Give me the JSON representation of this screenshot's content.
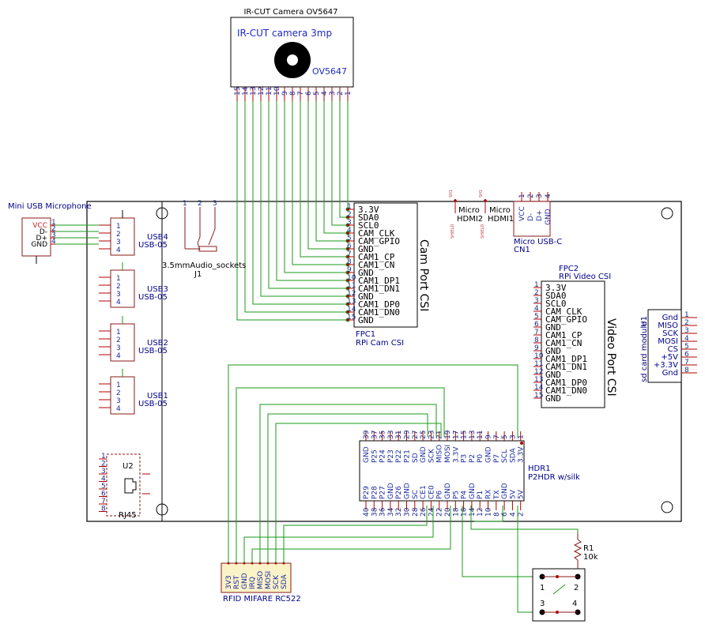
{
  "colors": {
    "wire": "#1a9a1a",
    "pin": "#b00000",
    "body": "#ffffff",
    "label": "#00008b",
    "part_fill": "#fbf3c8",
    "outline": "#000000"
  },
  "camera": {
    "title": "IR-CUT Camera OV5647",
    "inner_label": "IR-CUT camera 3mp",
    "model": "OV5647",
    "pin_numbers": [
      "15",
      "14",
      "13",
      "12",
      "11",
      "10",
      "9",
      "8",
      "7",
      "6",
      "5",
      "4",
      "3",
      "2",
      "1"
    ]
  },
  "fpc1": {
    "title": "Cam Port CSI",
    "ref": "FPC1",
    "name": "RPi Cam CSI",
    "pins": [
      "3.3V",
      "SDA0",
      "SCL0",
      "CAM_CLK",
      "CAM_GPIO",
      "GND",
      "CAM1_CP",
      "CAM1_CN",
      "GND",
      "CAM1_DP1",
      "CAM1_DN1",
      "GND",
      "CAM1_DP0",
      "CAM1_DN0",
      "GND"
    ],
    "pin_numbers": [
      "1",
      "2",
      "3",
      "4",
      "5",
      "6",
      "7",
      "8",
      "9",
      "10",
      "11",
      "12",
      "13",
      "14",
      "15"
    ]
  },
  "fpc2": {
    "title": "Video Port CSI",
    "ref": "FPC2",
    "name": "RPi Video CSI",
    "pins": [
      "3.3V",
      "SDA0",
      "SCL0",
      "CAM_CLK",
      "CAM_GPIO",
      "GND",
      "CAM1_CP",
      "CAM1_CN",
      "GND",
      "CAM1_DP1",
      "CAM1_DN1",
      "GND",
      "CAM1_DP0",
      "CAM1_DN0",
      "GND"
    ],
    "pin_numbers": [
      "1",
      "2",
      "3",
      "4",
      "5",
      "6",
      "7",
      "8",
      "9",
      "10",
      "11",
      "12",
      "13",
      "14",
      "15"
    ]
  },
  "microphone": {
    "title": "Mini USB Microphone",
    "pins": [
      "VCC",
      "D-",
      "D+",
      "GND"
    ],
    "pin_numbers": [
      "1",
      "2",
      "3",
      "4"
    ]
  },
  "usb_ports": [
    {
      "ref": "USB4",
      "name": "USB-05"
    },
    {
      "ref": "USB3",
      "name": "USB-05"
    },
    {
      "ref": "USB2",
      "name": "USB-05"
    },
    {
      "ref": "USB1",
      "name": "USB-05"
    }
  ],
  "usb_pin_numbers": [
    "1",
    "2",
    "3",
    "4"
  ],
  "rj45": {
    "ref": "U2",
    "name": "RJ45",
    "pin_numbers": [
      "1",
      "2",
      "3",
      "4",
      "5",
      "6",
      "7",
      "8"
    ]
  },
  "audio": {
    "name": "3.5mmAudio_sockets",
    "ref": "J1",
    "pin_numbers": [
      "1",
      "2",
      "3"
    ]
  },
  "hdmi": [
    {
      "label": "Micro HDMI2",
      "tag": "SHIELD",
      "pin": "SH1"
    },
    {
      "label": "Micro HDMI1",
      "tag": "SHIELD",
      "pin": "SH1"
    }
  ],
  "usbc": {
    "name": "Micro USB-C",
    "ref": "CN1",
    "pins": [
      "VCC",
      "D-",
      "D+",
      "GND"
    ],
    "pin_numbers": [
      "1",
      "2",
      "3",
      "4"
    ]
  },
  "sdcard": {
    "ref": "U1",
    "name": "sd card module",
    "pins": [
      "Gnd",
      "MISO",
      "SCK",
      "MOSI",
      "CS",
      "+5V",
      "+3.3V",
      "Gnd"
    ],
    "pin_numbers": [
      "1",
      "2",
      "3",
      "4",
      "5",
      "6",
      "7",
      "8"
    ]
  },
  "hdr": {
    "ref": "HDR1",
    "name": "P2HDR w/silk",
    "top_labels": [
      "GND",
      "P25",
      "P24",
      "P23",
      "P22",
      "P21",
      "SD",
      "GND",
      "SCK",
      "MISO",
      "MOSI",
      "3.3V",
      "P3",
      "P2",
      "P0",
      "GND",
      "P7",
      "SCL",
      "SDA",
      "3.3V"
    ],
    "top_numbers": [
      "39",
      "37",
      "35",
      "33",
      "31",
      "29",
      "27",
      "25",
      "23",
      "21",
      "19",
      "17",
      "15",
      "13",
      "11",
      "9",
      "7",
      "5",
      "3",
      "1"
    ],
    "bottom_labels": [
      "P29",
      "P28",
      "P27",
      "GND",
      "P26",
      "GND",
      "SC",
      "CE1",
      "CE0",
      "P6",
      "GND",
      "P5",
      "P4",
      "GND",
      "P1",
      "RX",
      "TX",
      "GND",
      "5V",
      "5V"
    ],
    "bottom_numbers": [
      "40",
      "38",
      "36",
      "34",
      "32",
      "30",
      "28",
      "26",
      "24",
      "22",
      "20",
      "18",
      "16",
      "14",
      "12",
      "10",
      "8",
      "6",
      "4",
      "2"
    ]
  },
  "rfid": {
    "name": "RFID MIFARE RC522",
    "pins": [
      "3V3",
      "RST",
      "GND",
      "IRQ",
      "MISO",
      "MOSI",
      "SCK",
      "SDA"
    ]
  },
  "resistor": {
    "ref": "R1",
    "value": "10k"
  },
  "button": {
    "pin_numbers": [
      "1",
      "2",
      "3",
      "4"
    ]
  }
}
